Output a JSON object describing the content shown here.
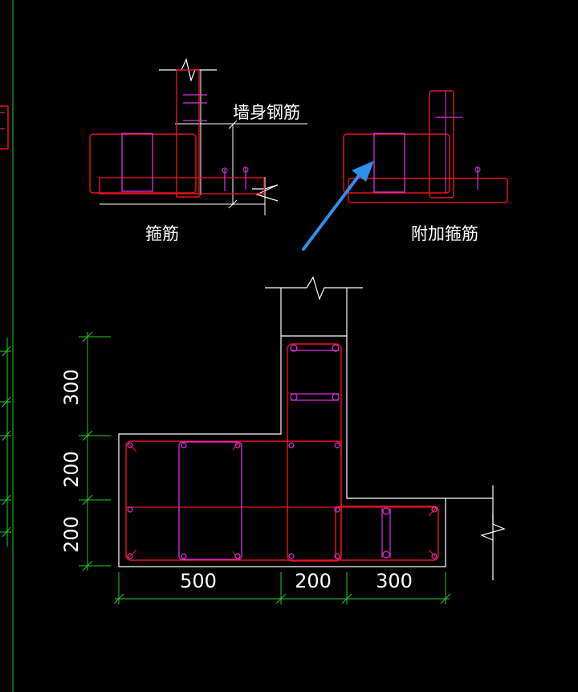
{
  "colors": {
    "background": "#000000",
    "outline": "#ffffff",
    "rebar_red": "#e8141e",
    "rebar_magenta": "#e030e0",
    "dimension_green": "#22d020",
    "arrow_blue": "#2f8ee8",
    "text": "#ffffff"
  },
  "detail_left": {
    "wall_label": "墙身钢筋",
    "stirrup_label": "箍筋"
  },
  "detail_right": {
    "additional_stirrup_label": "附加箍筋"
  },
  "dimensions": {
    "vertical": [
      "300",
      "200",
      "200"
    ],
    "horizontal": [
      "500",
      "200",
      "300"
    ]
  }
}
